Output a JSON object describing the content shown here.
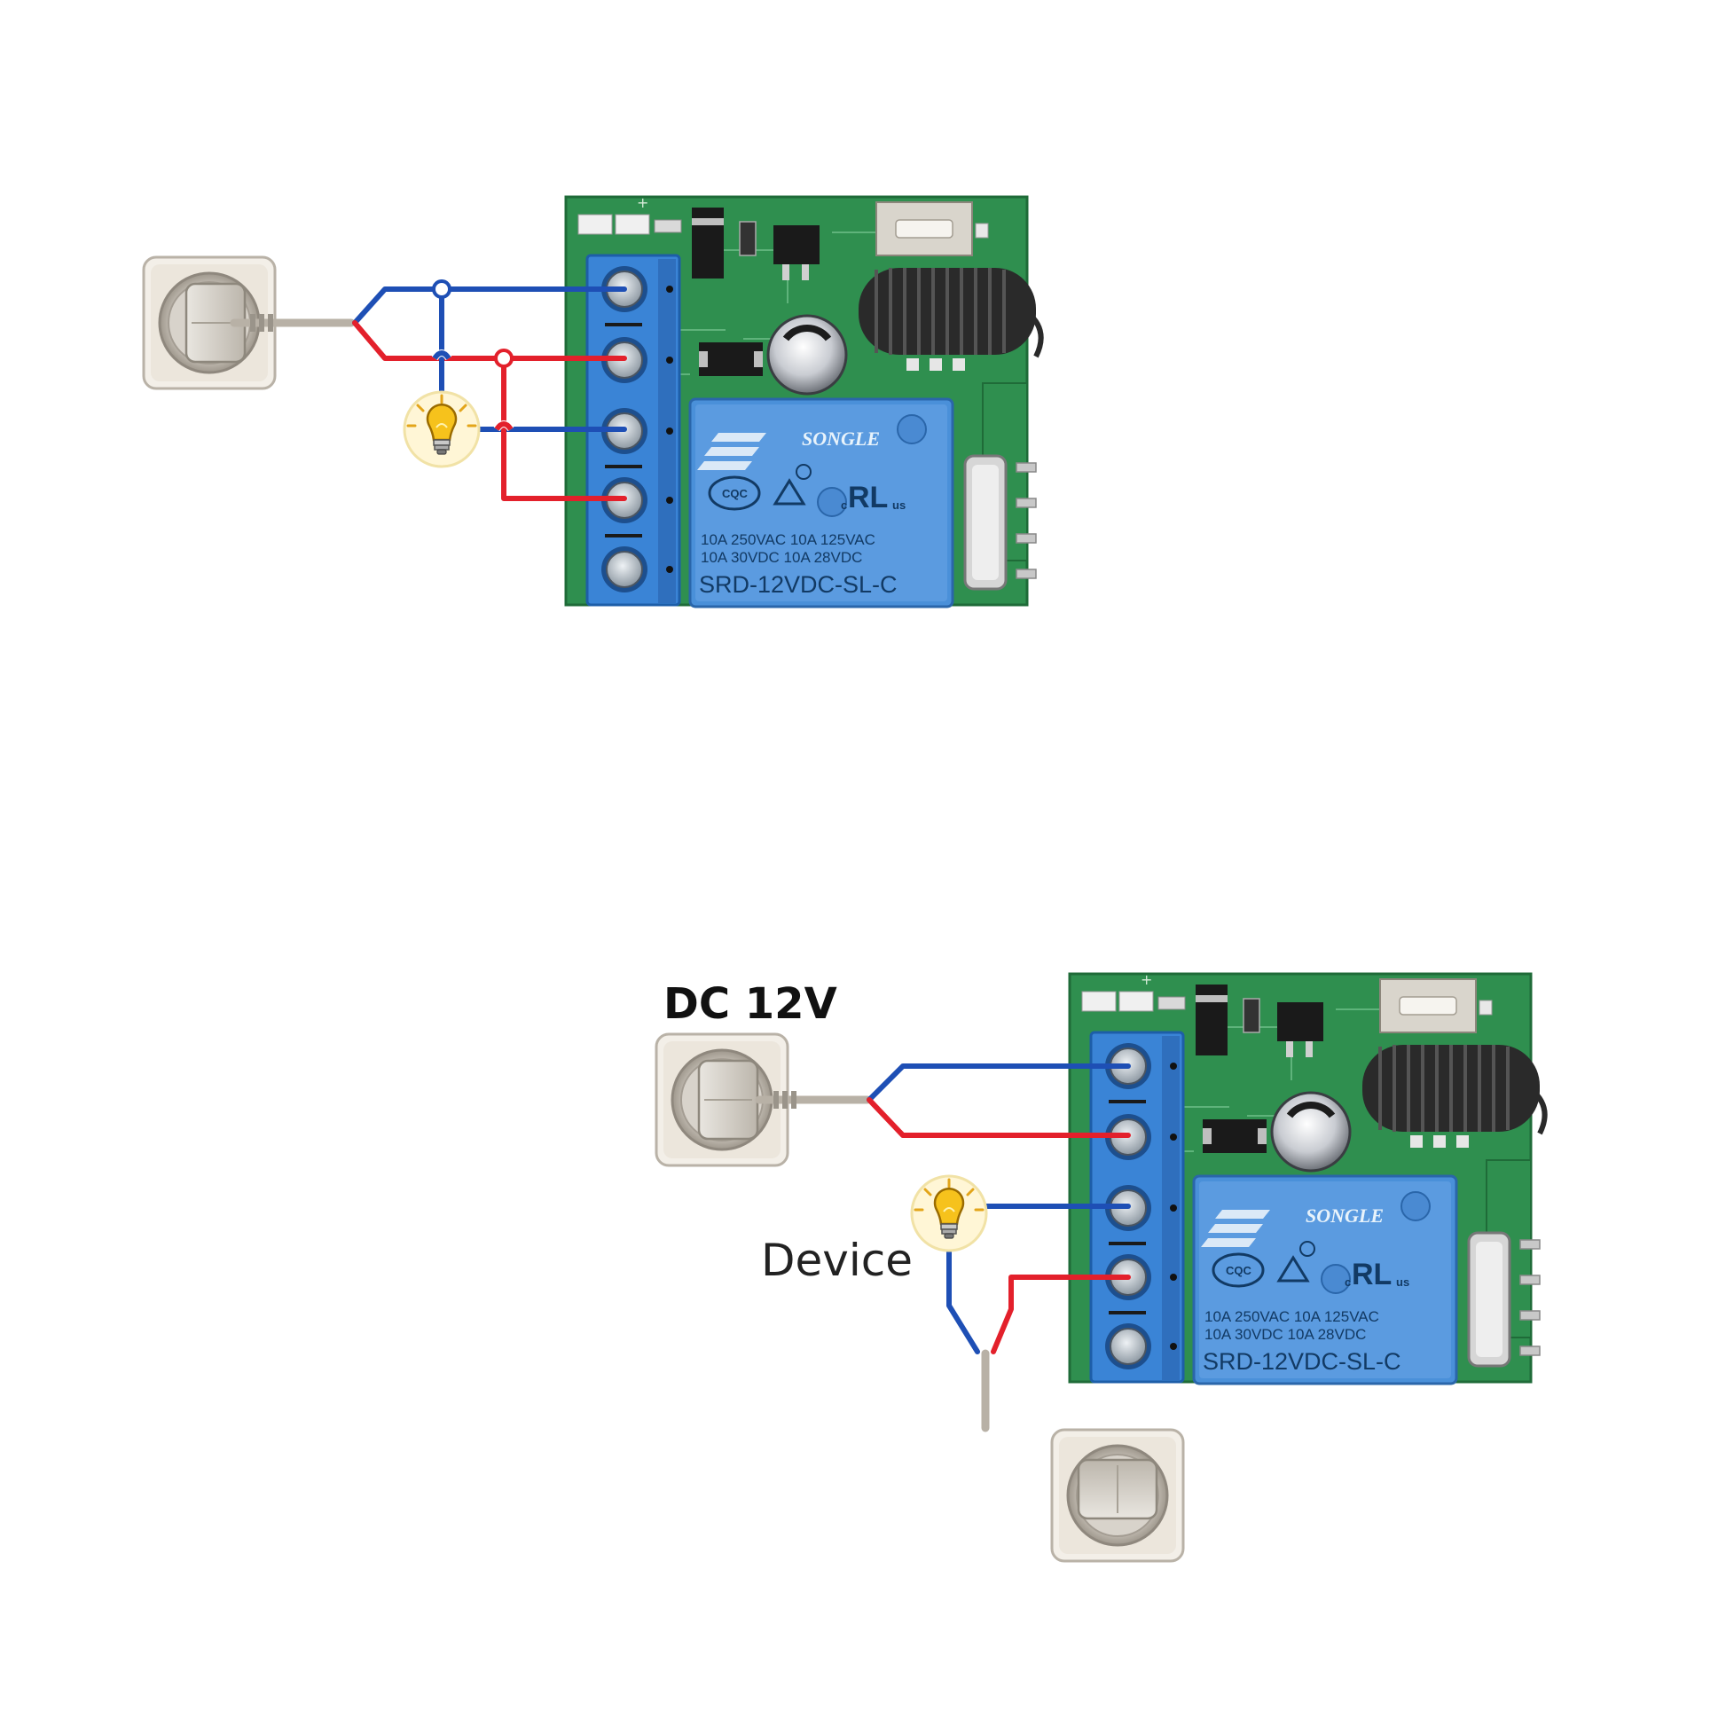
{
  "diagrams": [
    {
      "power_label": "",
      "device_label": "",
      "relay": {
        "brand": "SONGLE",
        "cert_cqc": "CQC",
        "cert_ul_c": "c",
        "cert_ul_mark": "RL",
        "cert_ul_us": "us",
        "spec_line_1": "10A 250VAC  10A 125VAC",
        "spec_line_2": "10A   30VDC  10A   28VDC",
        "model": "SRD-12VDC-SL-C"
      }
    },
    {
      "power_label": "DC 12V",
      "device_label": "Device",
      "relay": {
        "brand": "SONGLE",
        "cert_cqc": "CQC",
        "cert_ul_c": "c",
        "cert_ul_mark": "RL",
        "cert_ul_us": "us",
        "spec_line_1": "10A 250VAC  10A 125VAC",
        "spec_line_2": "10A   30VDC  10A   28VDC",
        "model": "SRD-12VDC-SL-C"
      }
    }
  ],
  "colors": {
    "wire_live": "#e3202b",
    "wire_neutral": "#1e4fb5",
    "pcb_green": "#2f8f4f",
    "terminal_blue": "#3a84d6",
    "relay_blue": "#4a90d9",
    "socket_plate": "#f1ece4",
    "bulb_yellow": "#f6c21c",
    "antenna_coil": "#2a2a2a"
  }
}
